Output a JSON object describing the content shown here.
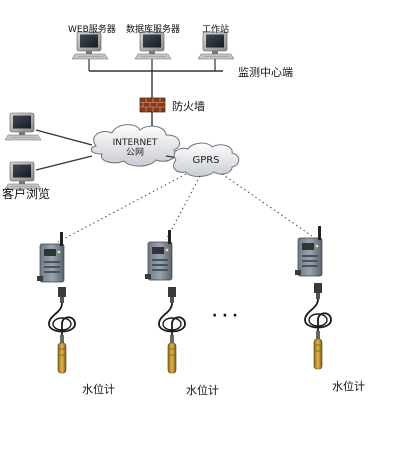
{
  "servers": [
    {
      "label": "WEB服务器"
    },
    {
      "label": "数据库服务器"
    },
    {
      "label": "工作站"
    }
  ],
  "monitor_center_label": "监测中心端",
  "firewall_label": "防火墙",
  "internet": {
    "line1": "INTERNET",
    "line2": "公网"
  },
  "gprs_label": "GPRS",
  "client_label": "客户浏览",
  "ellipsis": "· · ·",
  "meters": [
    {
      "label": "水位计"
    },
    {
      "label": "水位计"
    },
    {
      "label": "水位计"
    }
  ]
}
